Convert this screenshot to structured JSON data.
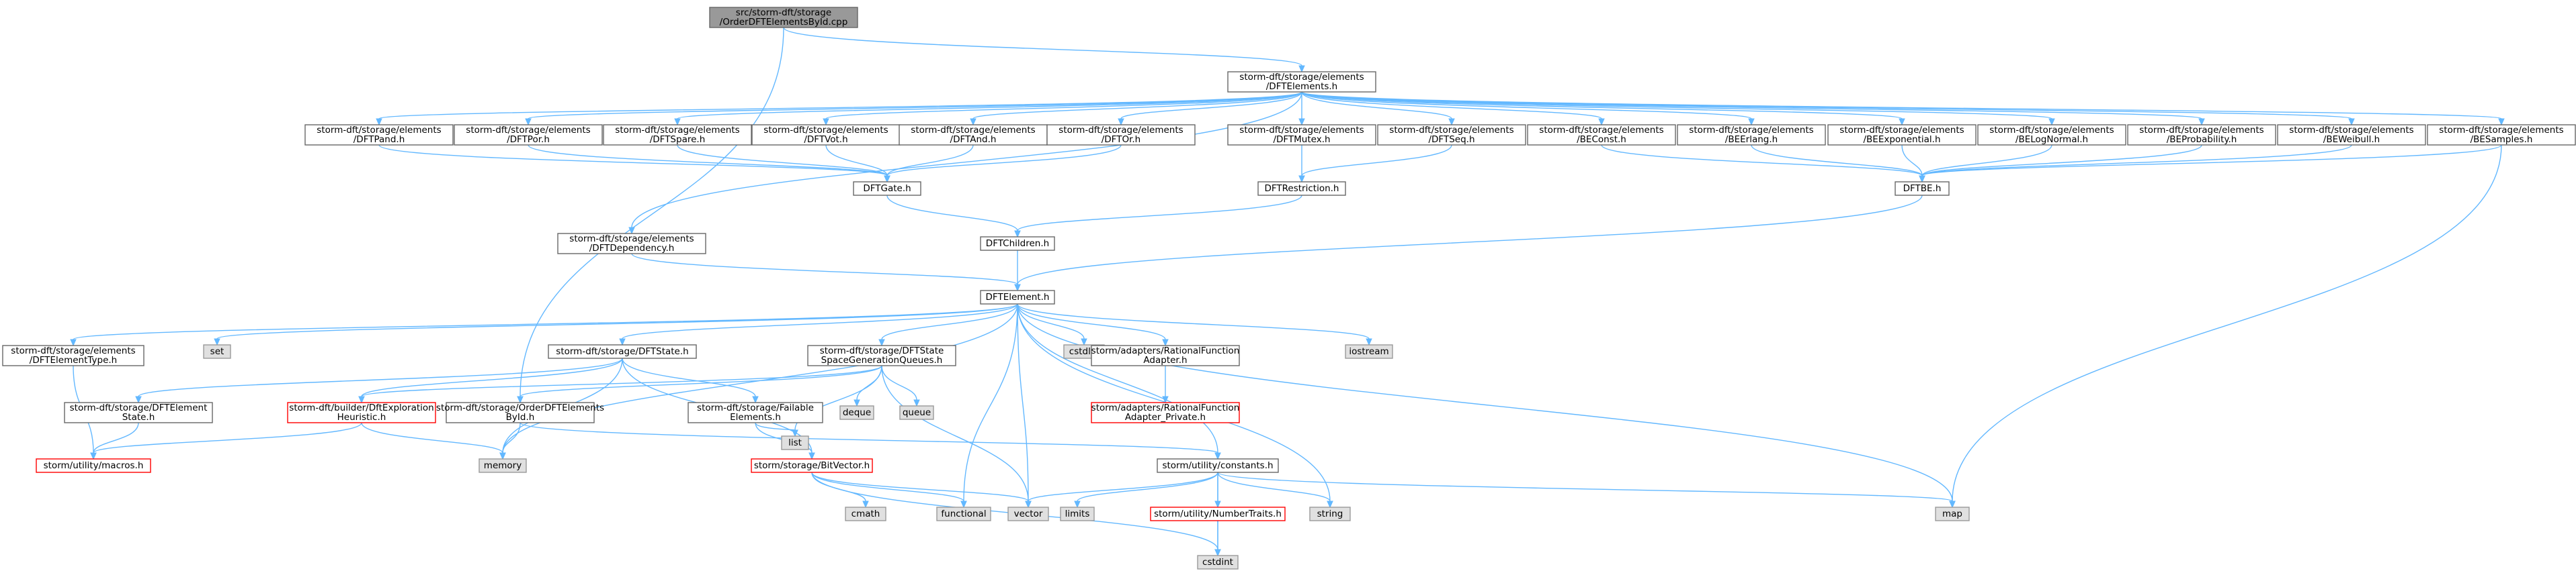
{
  "diagram": {
    "colors": {
      "edge": "#63b8ff",
      "root_fill": "#999999",
      "default_fill": "#ffffff",
      "default_border": "#666666",
      "system_fill": "#e0e0e0",
      "system_border": "#999999",
      "incomplete_border": "#ff0000"
    },
    "nodes": [
      {
        "id": "root",
        "kind": "root",
        "lines": [
          "src/storm-dft/storage",
          "/OrderDFTElementsById.cpp"
        ]
      },
      {
        "id": "dftelements",
        "kind": "default",
        "lines": [
          "storm-dft/storage/elements",
          "/DFTElements.h"
        ]
      },
      {
        "id": "dftpand",
        "kind": "default",
        "lines": [
          "storm-dft/storage/elements",
          "/DFTPand.h"
        ]
      },
      {
        "id": "dftpor",
        "kind": "default",
        "lines": [
          "storm-dft/storage/elements",
          "/DFTPor.h"
        ]
      },
      {
        "id": "dftspare",
        "kind": "default",
        "lines": [
          "storm-dft/storage/elements",
          "/DFTSpare.h"
        ]
      },
      {
        "id": "dftvot",
        "kind": "default",
        "lines": [
          "storm-dft/storage/elements",
          "/DFTVot.h"
        ]
      },
      {
        "id": "dftand",
        "kind": "default",
        "lines": [
          "storm-dft/storage/elements",
          "/DFTAnd.h"
        ]
      },
      {
        "id": "dftor",
        "kind": "default",
        "lines": [
          "storm-dft/storage/elements",
          "/DFTOr.h"
        ]
      },
      {
        "id": "dftmutex",
        "kind": "default",
        "lines": [
          "storm-dft/storage/elements",
          "/DFTMutex.h"
        ]
      },
      {
        "id": "dftseq",
        "kind": "default",
        "lines": [
          "storm-dft/storage/elements",
          "/DFTSeq.h"
        ]
      },
      {
        "id": "beconst",
        "kind": "default",
        "lines": [
          "storm-dft/storage/elements",
          "/BEConst.h"
        ]
      },
      {
        "id": "beerlang",
        "kind": "default",
        "lines": [
          "storm-dft/storage/elements",
          "/BEErlang.h"
        ]
      },
      {
        "id": "beexponential",
        "kind": "default",
        "lines": [
          "storm-dft/storage/elements",
          "/BEExponential.h"
        ]
      },
      {
        "id": "belognormal",
        "kind": "default",
        "lines": [
          "storm-dft/storage/elements",
          "/BELogNormal.h"
        ]
      },
      {
        "id": "beprobability",
        "kind": "default",
        "lines": [
          "storm-dft/storage/elements",
          "/BEProbability.h"
        ]
      },
      {
        "id": "beweibull",
        "kind": "default",
        "lines": [
          "storm-dft/storage/elements",
          "/BEWeibull.h"
        ]
      },
      {
        "id": "besamples",
        "kind": "default",
        "lines": [
          "storm-dft/storage/elements",
          "/BESamples.h"
        ]
      },
      {
        "id": "dftgate",
        "kind": "default",
        "lines": [
          "DFTGate.h"
        ]
      },
      {
        "id": "dftrestriction",
        "kind": "default",
        "lines": [
          "DFTRestriction.h"
        ]
      },
      {
        "id": "dftbe",
        "kind": "default",
        "lines": [
          "DFTBE.h"
        ]
      },
      {
        "id": "dftdependency",
        "kind": "default",
        "lines": [
          "storm-dft/storage/elements",
          "/DFTDependency.h"
        ]
      },
      {
        "id": "dftchildren",
        "kind": "default",
        "lines": [
          "DFTChildren.h"
        ]
      },
      {
        "id": "dftelement",
        "kind": "default",
        "lines": [
          "DFTElement.h"
        ]
      },
      {
        "id": "dftelementtype",
        "kind": "default",
        "lines": [
          "storm-dft/storage/elements",
          "/DFTElementType.h"
        ]
      },
      {
        "id": "set",
        "kind": "system",
        "lines": [
          "set"
        ]
      },
      {
        "id": "dftstate",
        "kind": "default",
        "lines": [
          "storm-dft/storage/DFTState.h"
        ]
      },
      {
        "id": "dftstatequeues",
        "kind": "default",
        "lines": [
          "storm-dft/storage/DFTState",
          "SpaceGenerationQueues.h"
        ]
      },
      {
        "id": "cstdlib",
        "kind": "system",
        "lines": [
          "cstdlib"
        ]
      },
      {
        "id": "rationalfunctionadapter",
        "kind": "default",
        "lines": [
          "storm/adapters/RationalFunction",
          "Adapter.h"
        ]
      },
      {
        "id": "iostream",
        "kind": "system",
        "lines": [
          "iostream"
        ]
      },
      {
        "id": "dftelementstate",
        "kind": "default",
        "lines": [
          "storm-dft/storage/DFTElement",
          "State.h"
        ]
      },
      {
        "id": "dftexploration",
        "kind": "incomplete",
        "lines": [
          "storm-dft/builder/DftExploration",
          "Heuristic.h"
        ]
      },
      {
        "id": "orderdftelementsbyid",
        "kind": "default",
        "lines": [
          "storm-dft/storage/OrderDFTElements",
          "ById.h"
        ]
      },
      {
        "id": "failableelements",
        "kind": "default",
        "lines": [
          "storm-dft/storage/Failable",
          "Elements.h"
        ]
      },
      {
        "id": "deque",
        "kind": "system",
        "lines": [
          "deque"
        ]
      },
      {
        "id": "queue",
        "kind": "system",
        "lines": [
          "queue"
        ]
      },
      {
        "id": "rationalfunctionprivate",
        "kind": "incomplete",
        "lines": [
          "storm/adapters/RationalFunction",
          "Adapter_Private.h"
        ]
      },
      {
        "id": "macros",
        "kind": "incomplete",
        "lines": [
          "storm/utility/macros.h"
        ]
      },
      {
        "id": "memory",
        "kind": "system",
        "lines": [
          "memory"
        ]
      },
      {
        "id": "list",
        "kind": "system",
        "lines": [
          "list"
        ]
      },
      {
        "id": "bitvector",
        "kind": "incomplete",
        "lines": [
          "storm/storage/BitVector.h"
        ]
      },
      {
        "id": "constants",
        "kind": "default",
        "lines": [
          "storm/utility/constants.h"
        ]
      },
      {
        "id": "cmath",
        "kind": "system",
        "lines": [
          "cmath"
        ]
      },
      {
        "id": "functional",
        "kind": "system",
        "lines": [
          "functional"
        ]
      },
      {
        "id": "vector",
        "kind": "system",
        "lines": [
          "vector"
        ]
      },
      {
        "id": "limits",
        "kind": "system",
        "lines": [
          "limits"
        ]
      },
      {
        "id": "numbertraits",
        "kind": "incomplete",
        "lines": [
          "storm/utility/NumberTraits.h"
        ]
      },
      {
        "id": "string",
        "kind": "system",
        "lines": [
          "string"
        ]
      },
      {
        "id": "map",
        "kind": "system",
        "lines": [
          "map"
        ]
      },
      {
        "id": "cstdint",
        "kind": "system",
        "lines": [
          "cstdint"
        ]
      }
    ],
    "edges": [
      [
        "root",
        "dftelements"
      ],
      [
        "root",
        "orderdftelementsbyid"
      ],
      [
        "dftelements",
        "dftpand"
      ],
      [
        "dftelements",
        "dftpor"
      ],
      [
        "dftelements",
        "dftspare"
      ],
      [
        "dftelements",
        "dftvot"
      ],
      [
        "dftelements",
        "dftand"
      ],
      [
        "dftelements",
        "dftor"
      ],
      [
        "dftelements",
        "dftmutex"
      ],
      [
        "dftelements",
        "dftseq"
      ],
      [
        "dftelements",
        "beconst"
      ],
      [
        "dftelements",
        "beerlang"
      ],
      [
        "dftelements",
        "beexponential"
      ],
      [
        "dftelements",
        "belognormal"
      ],
      [
        "dftelements",
        "beprobability"
      ],
      [
        "dftelements",
        "beweibull"
      ],
      [
        "dftelements",
        "besamples"
      ],
      [
        "dftelements",
        "dftdependency"
      ],
      [
        "dftpand",
        "dftgate"
      ],
      [
        "dftpor",
        "dftgate"
      ],
      [
        "dftspare",
        "dftgate"
      ],
      [
        "dftvot",
        "dftgate"
      ],
      [
        "dftand",
        "dftgate"
      ],
      [
        "dftor",
        "dftgate"
      ],
      [
        "dftmutex",
        "dftrestriction"
      ],
      [
        "dftseq",
        "dftrestriction"
      ],
      [
        "beconst",
        "dftbe"
      ],
      [
        "beerlang",
        "dftbe"
      ],
      [
        "beexponential",
        "dftbe"
      ],
      [
        "belognormal",
        "dftbe"
      ],
      [
        "beprobability",
        "dftbe"
      ],
      [
        "beweibull",
        "dftbe"
      ],
      [
        "besamples",
        "dftbe"
      ],
      [
        "besamples",
        "map"
      ],
      [
        "dftgate",
        "dftchildren"
      ],
      [
        "dftrestriction",
        "dftchildren"
      ],
      [
        "dftchildren",
        "dftelement"
      ],
      [
        "dftdependency",
        "dftelement"
      ],
      [
        "dftbe",
        "dftelement"
      ],
      [
        "dftelement",
        "dftelementtype"
      ],
      [
        "dftelement",
        "set"
      ],
      [
        "dftelement",
        "dftstate"
      ],
      [
        "dftelement",
        "dftstatequeues"
      ],
      [
        "dftelement",
        "cstdlib"
      ],
      [
        "dftelement",
        "rationalfunctionadapter"
      ],
      [
        "dftelement",
        "iostream"
      ],
      [
        "dftelement",
        "memory"
      ],
      [
        "dftelement",
        "functional"
      ],
      [
        "dftelement",
        "vector"
      ],
      [
        "dftelement",
        "constants"
      ],
      [
        "dftelement",
        "string"
      ],
      [
        "dftelement",
        "map"
      ],
      [
        "dftelementtype",
        "macros"
      ],
      [
        "dftstate",
        "dftelementstate"
      ],
      [
        "dftstate",
        "dftexploration"
      ],
      [
        "dftstate",
        "failableelements"
      ],
      [
        "dftstate",
        "bitvector"
      ],
      [
        "dftstate",
        "memory"
      ],
      [
        "dftstatequeues",
        "dftexploration"
      ],
      [
        "dftstatequeues",
        "orderdftelementsbyid"
      ],
      [
        "dftstatequeues",
        "deque"
      ],
      [
        "dftstatequeues",
        "queue"
      ],
      [
        "dftstatequeues",
        "list"
      ],
      [
        "dftstatequeues",
        "vector"
      ],
      [
        "rationalfunctionadapter",
        "rationalfunctionprivate"
      ],
      [
        "dftelementstate",
        "macros"
      ],
      [
        "dftexploration",
        "macros"
      ],
      [
        "dftexploration",
        "memory"
      ],
      [
        "orderdftelementsbyid",
        "memory"
      ],
      [
        "orderdftelementsbyid",
        "constants"
      ],
      [
        "failableelements",
        "bitvector"
      ],
      [
        "failableelements",
        "list"
      ],
      [
        "bitvector",
        "cmath"
      ],
      [
        "bitvector",
        "functional"
      ],
      [
        "bitvector",
        "vector"
      ],
      [
        "bitvector",
        "cstdint"
      ],
      [
        "constants",
        "vector"
      ],
      [
        "constants",
        "limits"
      ],
      [
        "constants",
        "numbertraits"
      ],
      [
        "constants",
        "string"
      ],
      [
        "constants",
        "map"
      ],
      [
        "constants",
        "cstdint"
      ],
      [
        "numbertraits",
        "cstdint"
      ]
    ]
  }
}
